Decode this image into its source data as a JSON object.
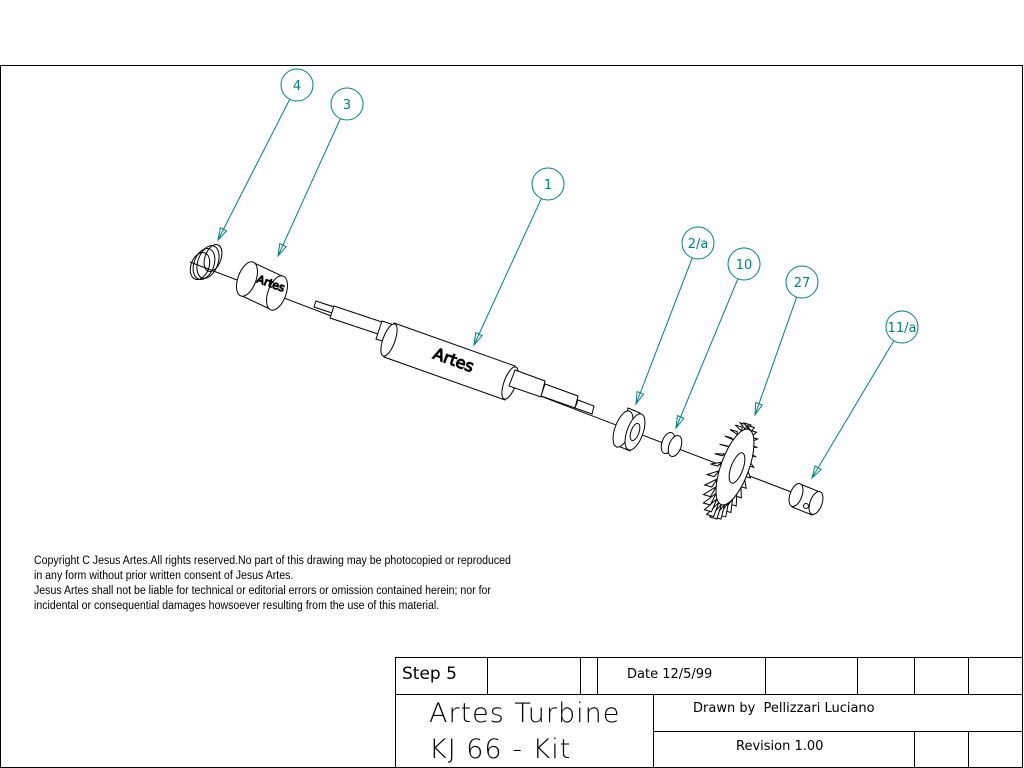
{
  "drawing": {
    "balloons": [
      {
        "label": "4",
        "part": "spring"
      },
      {
        "label": "3",
        "part": "spacer"
      },
      {
        "label": "1",
        "part": "shaft"
      },
      {
        "label": "2/a",
        "part": "bearing"
      },
      {
        "label": "10",
        "part": "washer"
      },
      {
        "label": "27",
        "part": "turbine-wheel"
      },
      {
        "label": "11/a",
        "part": "nut"
      }
    ],
    "part_markings": {
      "spacer": "Artes",
      "shaft": "Artes"
    },
    "leader_color": "#008080"
  },
  "copyright": [
    "Copyright C Jesus Artes.All rights reserved.No part of this drawing may be photocopied or reproduced",
    "in any form without prior written consent of Jesus Artes.",
    "Jesus Artes shall not be liable for technical or editorial errors or omission contained herein; nor for",
    "incidental or consequential damages howsoever resulting from the use of this material."
  ],
  "title_block": {
    "step": "Step 5",
    "date": "Date 12/5/99",
    "title_line1": "Artes Turbine",
    "title_line2": "KJ 66 - Kit",
    "drawn_by": "Drawn by  Pellizzari Luciano",
    "revision": "Revision 1.00"
  }
}
